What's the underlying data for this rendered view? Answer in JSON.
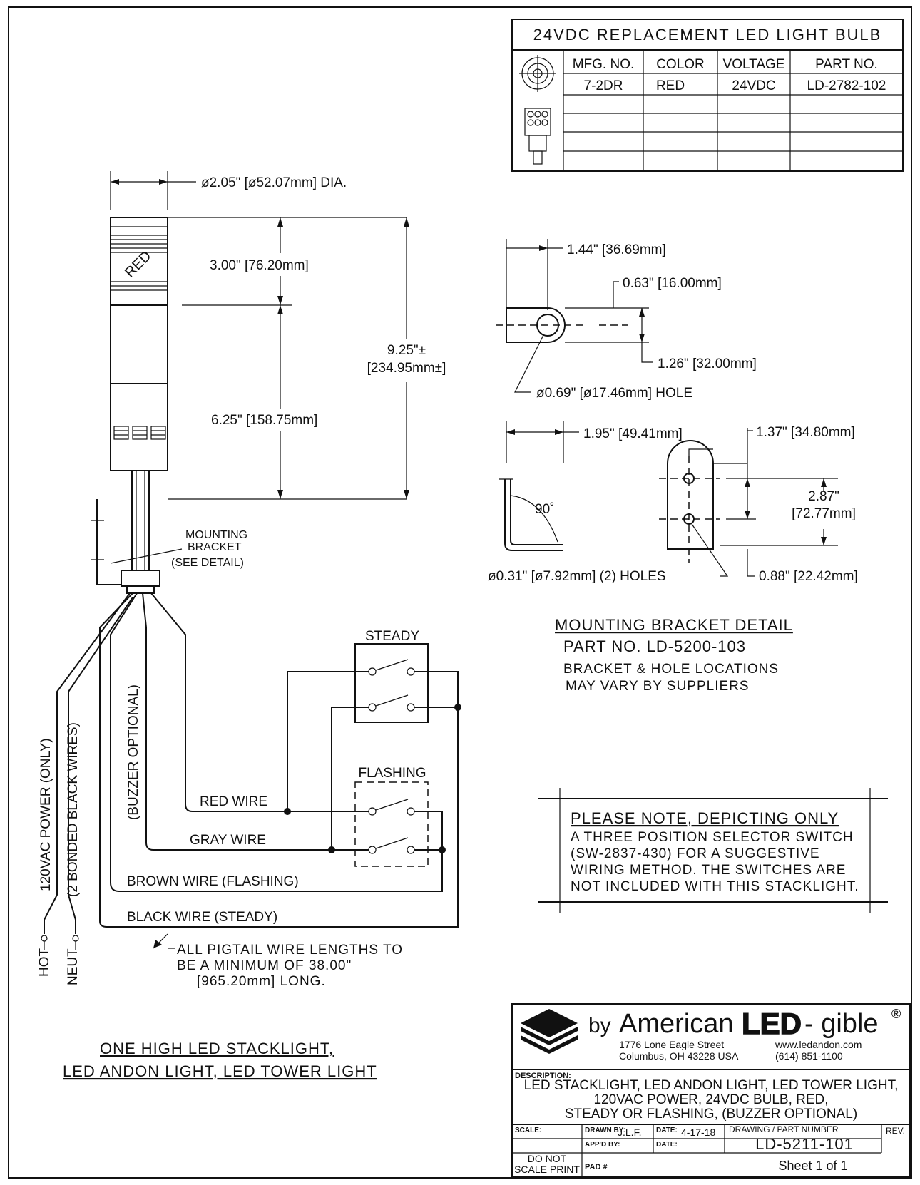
{
  "bulb_table": {
    "title": "24VDC REPLACEMENT LED LIGHT BULB",
    "headers": [
      "MFG. NO.",
      "COLOR",
      "VOLTAGE",
      "PART NO."
    ],
    "rows": [
      [
        "7-2DR",
        "RED",
        "24VDC",
        "LD-2782-102"
      ]
    ]
  },
  "tower": {
    "diameter": "ø2.05\" [ø52.07mm] DIA.",
    "section_top": "3.00\" [76.20mm]",
    "section_bottom": "6.25\" [158.75mm]",
    "total_1": "9.25\"±",
    "total_2": "[234.95mm±]",
    "lens_label": "RED",
    "bracket_1": "MOUNTING",
    "bracket_2": "BRACKET",
    "bracket_3": "(SEE DETAIL)"
  },
  "bracket_detail": {
    "dim_1": "1.44\" [36.69mm]",
    "dim_2": "0.63\" [16.00mm]",
    "dim_3": "1.26\" [32.00mm]",
    "hole": "ø0.69\" [ø17.46mm] HOLE",
    "dim_4": "1.95\" [49.41mm]",
    "dim_5": "1.37\" [34.80mm]",
    "angle": "90˚",
    "dim_6a": "2.87\"",
    "dim_6b": "[72.77mm]",
    "holes": "ø0.31\" [ø7.92mm] (2) HOLES",
    "dim_7": "0.88\" [22.42mm]",
    "title": "MOUNTING BRACKET DETAIL",
    "part": "PART NO. LD-5200-103",
    "note_1": "BRACKET & HOLE LOCATIONS",
    "note_2": "MAY VARY BY SUPPLIERS"
  },
  "wiring": {
    "steady": "STEADY",
    "flashing": "FLASHING",
    "red_wire": "RED WIRE",
    "gray_wire": "GRAY WIRE",
    "brown_wire": "BROWN WIRE (FLASHING)",
    "black_wire": "BLACK WIRE (STEADY)",
    "buzzer": "(BUZZER OPTIONAL)",
    "power_1": "120VAC POWER (ONLY)",
    "power_2": "(2 BONDED BLACK WIRES)",
    "hot": "HOT",
    "neut": "NEUT",
    "pigtail_1": "ALL PIGTAIL WIRE LENGTHS TO",
    "pigtail_2": "BE A MINIMUM OF 38.00\"",
    "pigtail_3": "[965.20mm] LONG."
  },
  "note": {
    "title": "PLEASE NOTE, DEPICTING ONLY",
    "line_1": "A THREE POSITION SELECTOR SWITCH",
    "line_2": "(SW-2837-430) FOR A SUGGESTIVE",
    "line_3": "WIRING METHOD. THE SWITCHES ARE",
    "line_4": "NOT INCLUDED WITH THIS STACKLIGHT."
  },
  "caption": {
    "line_1": "ONE HIGH   LED STACKLIGHT,",
    "line_2": "LED ANDON LIGHT,   LED TOWER LIGHT"
  },
  "title_block": {
    "brand_by": "by",
    "brand_name": "American",
    "brand_led": "LED",
    "brand_gible": "- gible",
    "registered": "®",
    "address_1": "1776 Lone Eagle Street",
    "address_2": "Columbus, OH 43228 USA",
    "web": "www.ledandon.com",
    "phone": "(614) 851-1100",
    "desc_label": "DESCRIPTION:",
    "desc_1": "LED STACKLIGHT,  LED ANDON LIGHT,  LED TOWER LIGHT,",
    "desc_2": "120VAC POWER, 24VDC BULB, RED,",
    "desc_3": "STEADY OR FLASHING,   (BUZZER OPTIONAL)",
    "scale_label": "SCALE:",
    "drawn_label": "DRAWN BY:",
    "drawn_value": "J.L.F.",
    "date_label": "DATE:",
    "date_value": "4-17-18",
    "appd_label": "APP'D BY:",
    "date2_label": "DATE:",
    "dwg_label": "DRAWING / PART NUMBER",
    "dwg_value": "LD-5211-101",
    "rev_label": "REV.",
    "do_not_1": "DO NOT",
    "do_not_2": "SCALE PRINT",
    "pad_label": "PAD #",
    "sheet": "Sheet 1 of 1"
  }
}
